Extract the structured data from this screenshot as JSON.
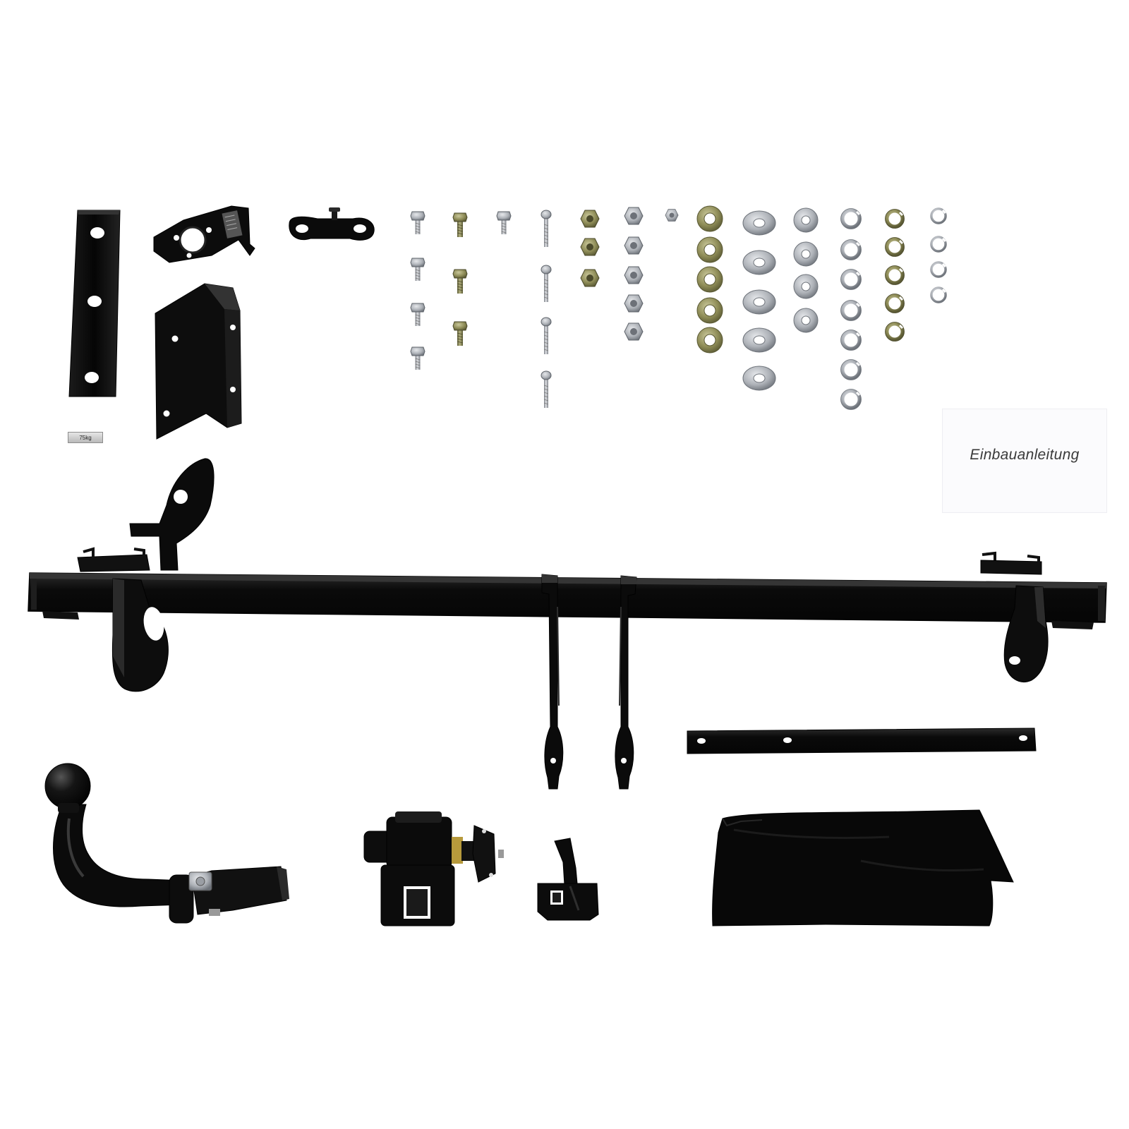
{
  "image": {
    "subject": "tow bar kit parts laid out on white background",
    "manual_label": "Einbauanleitung",
    "load_tag_text": "75kg"
  },
  "colors": {
    "background": "#ffffff",
    "steel_black": "#0b0b0b",
    "steel_edge": "#3a3a3a",
    "zinc": "#b8bcc2",
    "zinc_dark": "#6e737a",
    "yellow_zinc": "#8b8a55",
    "card": "#fbfbfd"
  },
  "hardware_counts": {
    "hex_bolts_short": 4,
    "yellow_bolts": 3,
    "flange_bolt": 1,
    "long_bolts": 4,
    "yellow_nuts": 3,
    "zinc_nuts": 5,
    "small_nut": 1,
    "yellow_washers": 5,
    "large_washers": 5,
    "medium_washers": 4,
    "spring_washers_a": 7,
    "spring_washers_b": 5,
    "spring_washers_c": 4
  }
}
